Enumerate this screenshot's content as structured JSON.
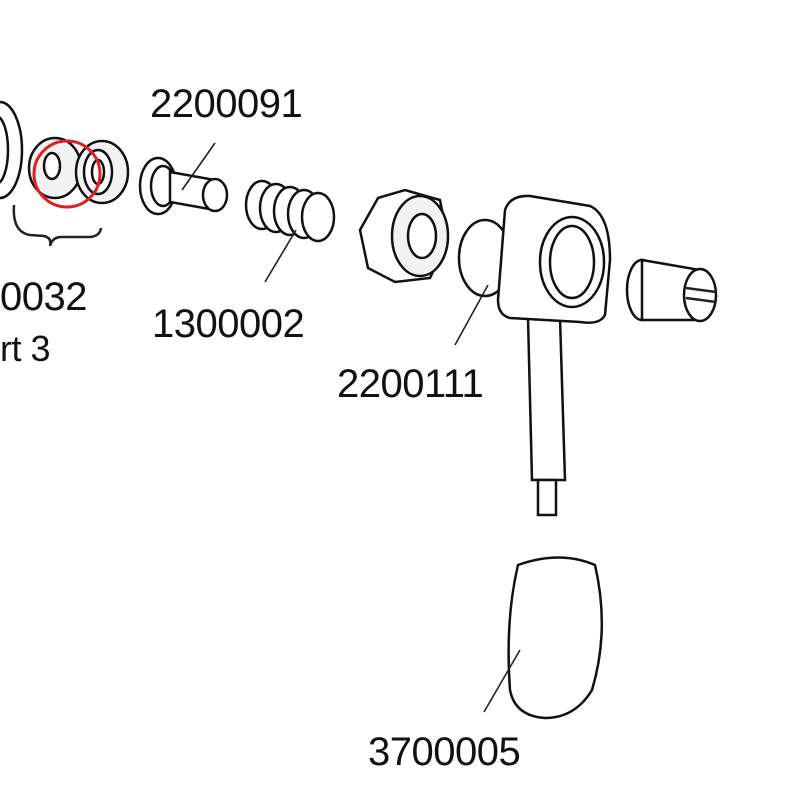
{
  "diagram": {
    "part_numbers": {
      "washer_set": "0032",
      "washer_set_note": "rt 3",
      "sleeve": "2200091",
      "spring": "1300002",
      "lever_body": "2200111",
      "knob": "3700005"
    },
    "highlight_color": "#e02020"
  }
}
